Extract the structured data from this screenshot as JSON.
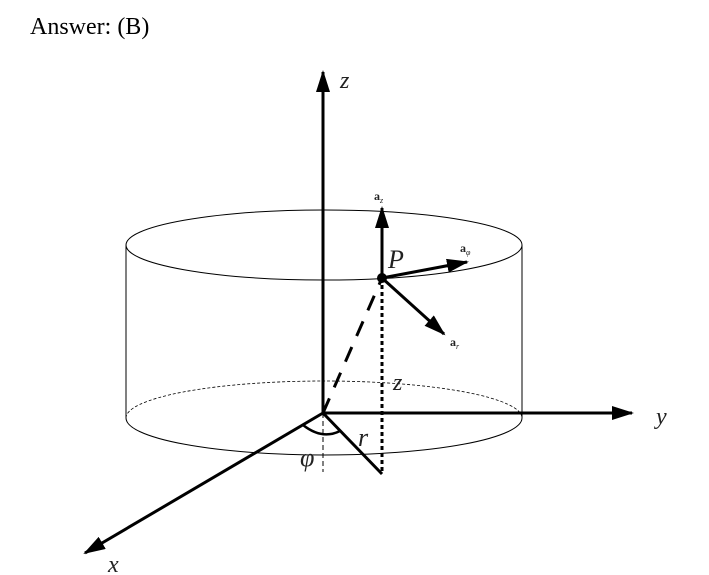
{
  "answer": "Answer: (B)",
  "diagram": {
    "axis_labels": {
      "x": "x",
      "y": "y",
      "z": "z"
    },
    "point_label": "P",
    "height_label": "z",
    "radius_label": "r",
    "angle_label": "φ",
    "unit_vectors": {
      "az": "a",
      "az_sub": "z",
      "aphi": "a",
      "aphi_sub": "φ",
      "ar": "a",
      "ar_sub": "r"
    }
  }
}
